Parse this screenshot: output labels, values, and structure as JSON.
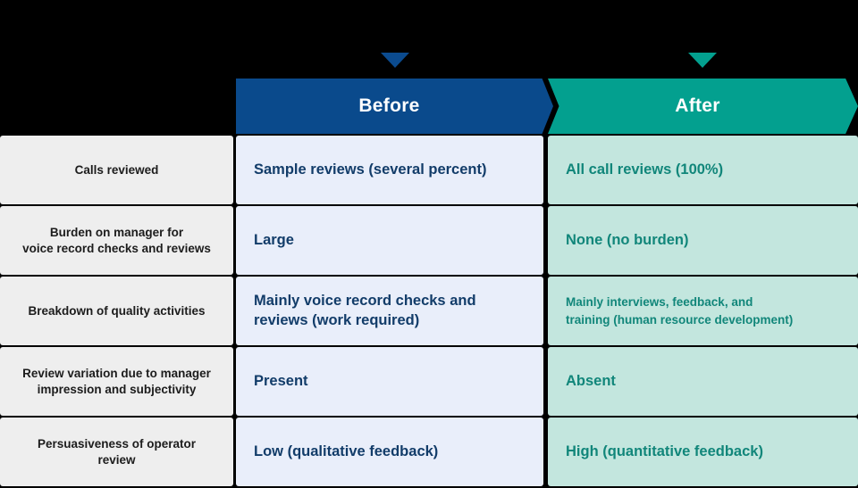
{
  "colors": {
    "background": "#000000",
    "before_header_bg": "#0a4a8c",
    "after_header_bg": "#03a08f",
    "before_cell_bg": "#e9eefa",
    "after_cell_bg": "#c3e6de",
    "label_cell_bg": "#eeeeee",
    "before_text": "#123c69",
    "after_text": "#11867a",
    "label_text": "#1c1c1c",
    "header_text": "#ffffff"
  },
  "markers": {
    "before": "down-triangle-icon",
    "after": "down-triangle-icon"
  },
  "headers": {
    "label_column": "",
    "before": "Before",
    "after": "After"
  },
  "table": {
    "columns": [
      "",
      "Before",
      "After"
    ],
    "rows": [
      {
        "label": "Calls reviewed",
        "before": "Sample reviews (several percent)",
        "after": "All call reviews (100%)",
        "after_small": false
      },
      {
        "label": "Burden on manager for\nvoice record checks and reviews",
        "before": "Large",
        "after": "None (no burden)",
        "after_small": false
      },
      {
        "label": "Breakdown of quality activities",
        "before": "Mainly voice record checks and\nreviews (work required)",
        "after": "Mainly interviews, feedback, and\ntraining (human resource development)",
        "after_small": true
      },
      {
        "label": "Review variation due to manager\nimpression and subjectivity",
        "before": "Present",
        "after": "Absent",
        "after_small": false
      },
      {
        "label": "Persuasiveness of operator\nreview",
        "before": "Low (qualitative feedback)",
        "after": "High (quantitative feedback)",
        "after_small": false
      }
    ]
  }
}
